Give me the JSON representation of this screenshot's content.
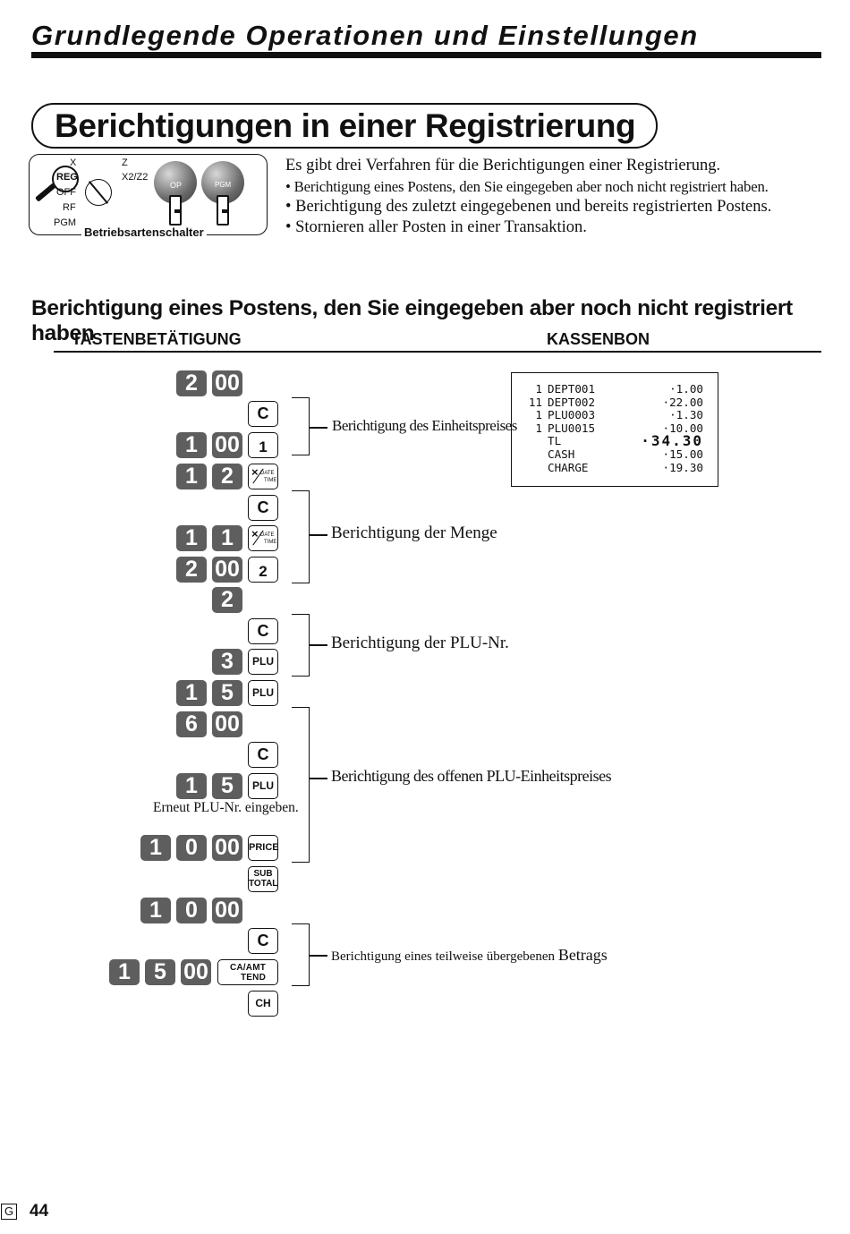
{
  "header": {
    "title": "Grundlegende Operationen und Einstellungen"
  },
  "section": {
    "title": "Berichtigungen in einer Registrierung"
  },
  "mode_switch": {
    "positions": [
      "X",
      "Z",
      "REG",
      "X2/Z2",
      "OFF",
      "RF",
      "PGM"
    ],
    "caption": "Betriebsartenschalter",
    "keys": [
      "OP",
      "PGM"
    ]
  },
  "intro": {
    "line1": "Es gibt drei Verfahren für die Berichtigungen einer Registrierung.",
    "bullet1": "• Berichtigung eines Postens, den Sie eingegeben  aber noch nicht registriert haben.",
    "bullet2": "• Berichtigung  des zuletzt eingegebenen und bereits registrierten Postens.",
    "bullet3": "• Stornieren aller Posten in einer Transaktion."
  },
  "subsection": {
    "title": "Berichtigung eines Postens, den Sie eingegeben aber noch nicht registriert haben",
    "col_keys": "TASTENBETÄTIGUNG",
    "col_receipt": "KASSENBON"
  },
  "keys": {
    "d0": "0",
    "d1": "1",
    "d2": "2",
    "d3": "3",
    "d5": "5",
    "d6": "6",
    "d00": "00",
    "clear": "C",
    "dept1": "1",
    "dept2": "2",
    "mult_x": "×",
    "date": "DATE",
    "time": "TIME",
    "plu": "PLU",
    "price": "PRICE",
    "sub": "SUB",
    "total": "TOTAL",
    "ca": "CA",
    "amt": "AMT",
    "tend": "TEND",
    "ch": "CH"
  },
  "annotations": {
    "unit_price": "Berichtigung des Einheitspreises",
    "quantity": "Berichtigung der Menge",
    "plu_no": "Berichtigung der PLU-Nr.",
    "open_plu": "Berichtigung des offenen PLU-Einheitspreises",
    "partial_pre": "Berichtigung eines teilweise übergebenen",
    "partial_word": "Betrags",
    "reenter": "Erneut PLU-Nr. eingeben."
  },
  "receipt": {
    "rows": [
      {
        "qty": "1",
        "name": "DEPT001",
        "value": "·1.00"
      },
      {
        "qty": "11",
        "name": "DEPT002",
        "value": "·22.00"
      },
      {
        "qty": "1",
        "name": "PLU0003",
        "value": "·1.30"
      },
      {
        "qty": "1",
        "name": "PLU0015",
        "value": "·10.00"
      },
      {
        "qty": "",
        "name": "TL",
        "value": "·34.30"
      },
      {
        "qty": "",
        "name": "CASH",
        "value": "·15.00"
      },
      {
        "qty": "",
        "name": "CHARGE",
        "value": "·19.30"
      }
    ]
  },
  "footer": {
    "lang": "G",
    "page": "44"
  }
}
